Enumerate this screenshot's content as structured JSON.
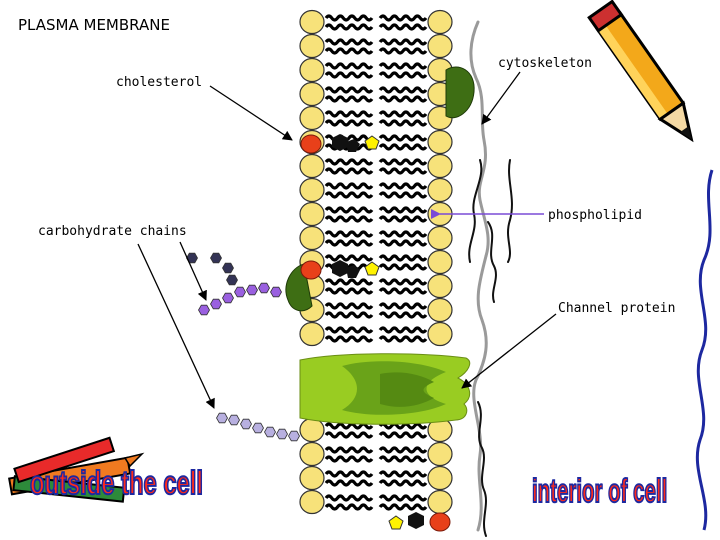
{
  "title": "PLASMA MEMBRANE",
  "labels": {
    "cholesterol": "cholesterol",
    "carbohydrate": "carbohydrate chains",
    "cytoskeleton": "cytoskeleton",
    "phospholipid": "phospholipid",
    "channel": "Channel protein"
  },
  "wordart": {
    "outside": "outside the cell",
    "interior": "interior of cell"
  },
  "colors": {
    "lipid_head": "#f7e27a",
    "cholesterol_red": "#e8401a",
    "channel_protein": "#99cc22",
    "peripheral_protein": "#3e6e14",
    "carbohydrate": "#9a60e0",
    "arrow_purple": "#7a4bd6",
    "wordart_fill": "#ff2a1a",
    "wordart_outline": "#1d28a0"
  },
  "icons": [
    "pencil-icon",
    "crayons-icon"
  ]
}
